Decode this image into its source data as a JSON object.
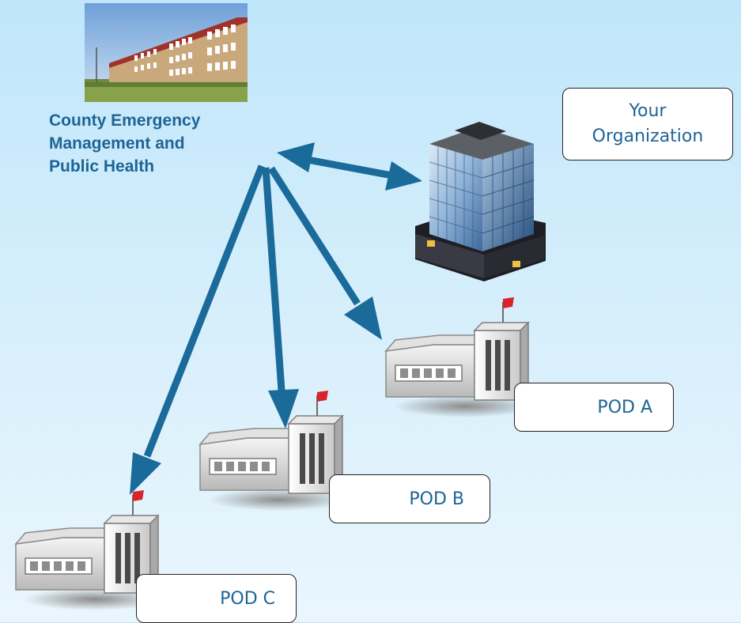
{
  "county": {
    "label_lines": [
      "County Emergency",
      "Management and",
      "Public Health"
    ],
    "photo_icon": "school-building-photo"
  },
  "organization": {
    "label_lines": [
      "Your",
      "Organization"
    ],
    "icon": "office-tower-icon"
  },
  "pods": [
    {
      "label": "POD A",
      "icon": "pod-building-icon"
    },
    {
      "label": "POD B",
      "icon": "pod-building-icon"
    },
    {
      "label": "POD C",
      "icon": "pod-building-icon"
    }
  ],
  "colors": {
    "arrow": "#1a6a9a",
    "label_text": "#1e6496",
    "flag": "#d8242a"
  }
}
